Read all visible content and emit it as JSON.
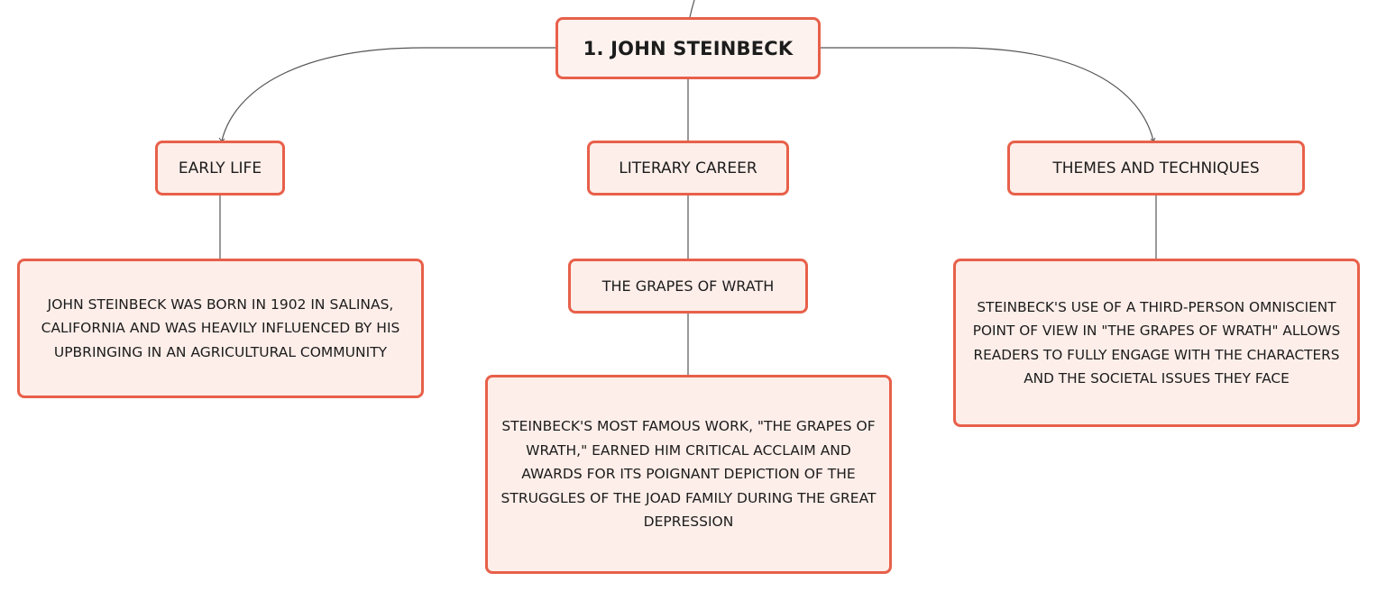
{
  "colors": {
    "node_border": "#e8604a",
    "node_fill": "#fdeee9",
    "connector": "#555555",
    "text": "#1c1c1c"
  },
  "mindmap": {
    "root": {
      "label": "1. JOHN STEINBECK"
    },
    "branches": [
      {
        "label": "EARLY LIFE",
        "children": [
          {
            "label": "JOHN STEINBECK WAS BORN IN 1902 IN SALINAS, CALIFORNIA AND WAS HEAVILY INFLUENCED BY HIS UPBRINGING IN AN AGRICULTURAL COMMUNITY"
          }
        ]
      },
      {
        "label": "LITERARY CAREER",
        "children": [
          {
            "label": "THE GRAPES OF WRATH",
            "children": [
              {
                "label": "STEINBECK'S MOST FAMOUS WORK, \"THE GRAPES OF WRATH,\" EARNED HIM CRITICAL ACCLAIM AND AWARDS FOR ITS POIGNANT DEPICTION OF THE STRUGGLES OF THE JOAD FAMILY DURING THE GREAT DEPRESSION"
              }
            ]
          }
        ]
      },
      {
        "label": "THEMES AND TECHNIQUES",
        "children": [
          {
            "label": "STEINBECK'S USE OF A THIRD-PERSON OMNISCIENT POINT OF VIEW IN \"THE GRAPES OF WRATH\" ALLOWS READERS TO FULLY ENGAGE WITH THE CHARACTERS AND THE SOCIETAL ISSUES THEY FACE"
          }
        ]
      }
    ]
  }
}
